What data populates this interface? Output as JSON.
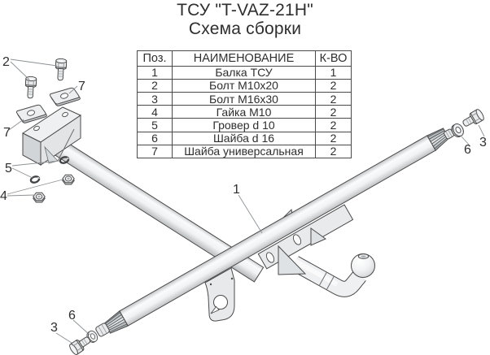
{
  "page": {
    "title_line1": "ТСУ \"T-VAZ-21H\"",
    "title_line2": "Схема сборки"
  },
  "parts_table": {
    "headers": {
      "pos": "Поз.",
      "name": "НАИМЕНОВАНИЕ",
      "qty": "К-ВО"
    },
    "rows": [
      {
        "pos": "1",
        "name": "Балка ТСУ",
        "qty": "1"
      },
      {
        "pos": "2",
        "name": "Болт М10х20",
        "qty": "2"
      },
      {
        "pos": "3",
        "name": "Болт М16х30",
        "qty": "2"
      },
      {
        "pos": "4",
        "name": "Гайка  М10",
        "qty": "2"
      },
      {
        "pos": "5",
        "name": "Гровер d 10",
        "qty": "2"
      },
      {
        "pos": "6",
        "name": "Шайба d 16",
        "qty": "2"
      },
      {
        "pos": "7",
        "name": "Шайба универсальная",
        "qty": "2"
      }
    ]
  },
  "callouts": {
    "c1": "1",
    "c2": "2",
    "c3": "3",
    "c4": "4",
    "c5": "5",
    "c6": "6",
    "c7": "7"
  },
  "colors": {
    "line": "#4a4a4a",
    "leader": "#8d9194",
    "text": "#2e2e2e",
    "fill_light": "#eff0f2",
    "fill_mid": "#e2e4e6",
    "fill_dark": "#c8cbcd"
  }
}
